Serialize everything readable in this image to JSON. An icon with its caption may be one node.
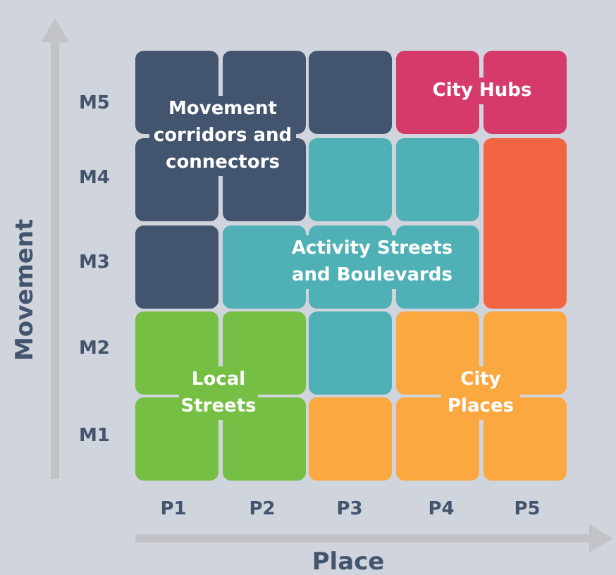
{
  "diagram": {
    "nodes": [
      {
        "text": [
          "Movement corridors and connectors"
        ]
      },
      {
        "text": [
          "City Hubs"
        ]
      },
      {
        "text": [
          "Activity Streets and Boulevards"
        ]
      },
      {
        "text": [],
        "shape": "box"
      },
      {
        "text": [
          "Local Streets"
        ]
      },
      {
        "text": [
          "City Places"
        ]
      }
    ],
    "edges": [],
    "labels": [
      "M5",
      "M4",
      "M3",
      "M2",
      "M1",
      "P1",
      "P2",
      "P3",
      "P4",
      "P5",
      "Movement",
      "Place"
    ]
  }
}
